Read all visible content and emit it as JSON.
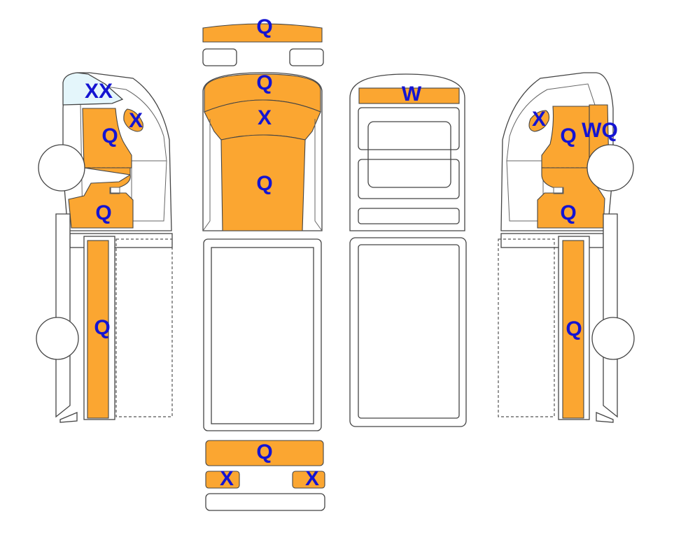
{
  "colors": {
    "scratch": "#FBA631",
    "window": "#E4F6FB",
    "label": "#1414D2",
    "outline": "#444444"
  },
  "labels": {
    "top_bumper": "Q",
    "top_hood": "Q",
    "top_windshield": "X",
    "top_roof": "Q",
    "top_rear_bumper": "Q",
    "top_tail_left": "X",
    "top_tail_right": "X",
    "front_grille": "W",
    "left_window": "XX",
    "left_mirror": "X",
    "left_door": "Q",
    "left_fender": "Q",
    "left_bed": "Q",
    "right_mirror": "X",
    "right_door": "Q",
    "right_pillar": "WQ",
    "right_fender": "Q",
    "right_bed": "Q"
  }
}
